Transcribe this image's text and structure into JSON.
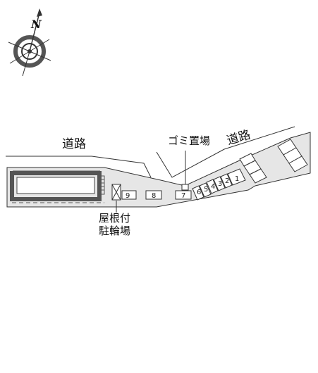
{
  "compass": {
    "north_letter": "N",
    "icon": "compass-rose-icon"
  },
  "labels": {
    "road_left": "道路",
    "road_right": "道路",
    "garbage": "ゴミ置場",
    "bike_parking_line1": "屋根付",
    "bike_parking_line2": "駐輪場"
  },
  "parking_spaces": [
    {
      "number": "9"
    },
    {
      "number": "8"
    },
    {
      "number": "7"
    },
    {
      "number": "6"
    },
    {
      "number": "5"
    },
    {
      "number": "4"
    },
    {
      "number": "3"
    },
    {
      "number": "2"
    },
    {
      "number": "1"
    }
  ],
  "colors": {
    "site_fill": "#e6e6e6",
    "building_outline": "#555555",
    "line": "#333333",
    "background": "#ffffff"
  }
}
